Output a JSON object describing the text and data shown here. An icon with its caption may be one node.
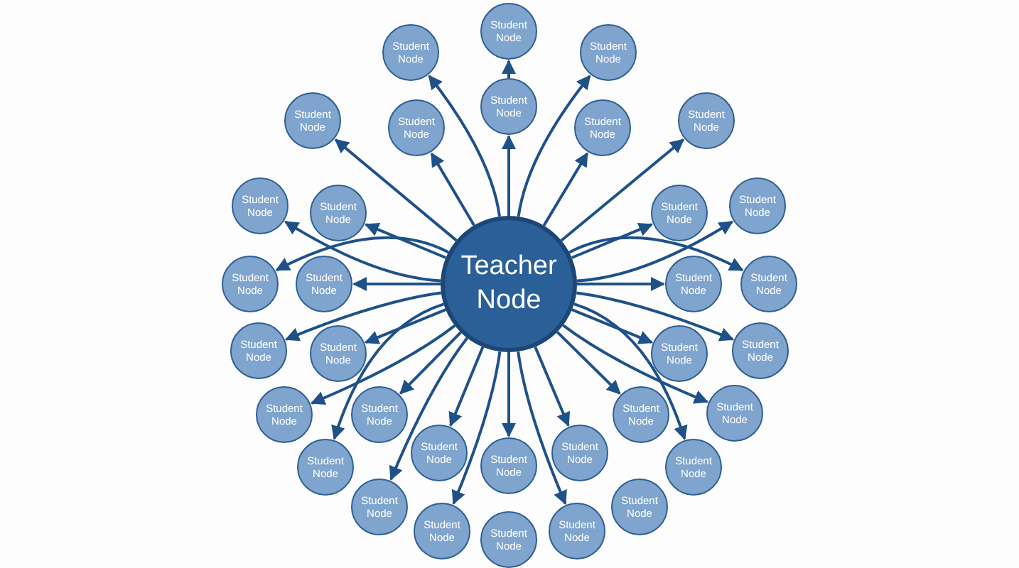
{
  "diagram": {
    "nodes": [
      {
        "text": [
          "Teacher Node"
        ]
      },
      {
        "text": [
          "Student Node"
        ]
      },
      {
        "text": [
          "Student Node"
        ]
      },
      {
        "text": [
          "Student Node"
        ]
      },
      {
        "text": [
          "Student Node"
        ]
      },
      {
        "text": [
          "Student Node"
        ]
      },
      {
        "text": [
          "Student Node"
        ]
      },
      {
        "text": [
          "Student Node"
        ]
      },
      {
        "text": [
          "Student Node"
        ]
      },
      {
        "text": [
          "Student Node"
        ]
      },
      {
        "text": [
          "Student Node"
        ]
      },
      {
        "text": [
          "Student Node"
        ]
      },
      {
        "text": [
          "Student Node"
        ]
      },
      {
        "text": [
          "Student Node"
        ]
      },
      {
        "text": [
          "Student Node"
        ]
      },
      {
        "text": [
          "Student Node"
        ]
      },
      {
        "text": [
          "Student Node"
        ]
      },
      {
        "text": [
          "Student Node"
        ]
      },
      {
        "text": [
          "Student Node"
        ]
      },
      {
        "text": [
          "Student Node"
        ]
      },
      {
        "text": [
          "Student Node"
        ]
      },
      {
        "text": [
          "Student Node"
        ]
      },
      {
        "text": [
          "Student Node"
        ]
      },
      {
        "text": [
          "Student Node"
        ]
      },
      {
        "text": [
          "Student Node"
        ]
      },
      {
        "text": [
          "Student Node"
        ]
      },
      {
        "text": [
          "Student Node"
        ]
      },
      {
        "text": [
          "Student Node"
        ]
      },
      {
        "text": [
          "Student Node"
        ]
      },
      {
        "text": [
          "Student Node"
        ]
      },
      {
        "text": [
          "Student Node"
        ]
      },
      {
        "text": [
          "Student Node"
        ]
      },
      {
        "text": [
          "Student Node"
        ]
      },
      {
        "text": [
          "Student Node"
        ]
      },
      {
        "text": [
          "Student Node"
        ]
      }
    ],
    "edges": [
      {
        "from": 0,
        "to": 4,
        "arrow": "to"
      },
      {
        "from": 4,
        "to": 1,
        "arrow": "to"
      },
      {
        "from": 0,
        "to": 2,
        "arrow": "to"
      },
      {
        "from": 0,
        "to": 3,
        "arrow": "to"
      },
      {
        "from": 0,
        "to": 5,
        "arrow": "to"
      },
      {
        "from": 0,
        "to": 6,
        "arrow": "to"
      },
      {
        "from": 0,
        "to": 7,
        "arrow": "to"
      },
      {
        "from": 0,
        "to": 8,
        "arrow": "to"
      },
      {
        "from": 0,
        "to": 9,
        "arrow": "to"
      },
      {
        "from": 0,
        "to": 10,
        "arrow": "to"
      },
      {
        "from": 0,
        "to": 11,
        "arrow": "to"
      },
      {
        "from": 0,
        "to": 12,
        "arrow": "to"
      },
      {
        "from": 0,
        "to": 13,
        "arrow": "to"
      },
      {
        "from": 0,
        "to": 14,
        "arrow": "to"
      },
      {
        "from": 0,
        "to": 15,
        "arrow": "to"
      },
      {
        "from": 0,
        "to": 16,
        "arrow": "to"
      },
      {
        "from": 0,
        "to": 17,
        "arrow": "to"
      },
      {
        "from": 0,
        "to": 18,
        "arrow": "to"
      },
      {
        "from": 0,
        "to": 19,
        "arrow": "to"
      },
      {
        "from": 0,
        "to": 20,
        "arrow": "to"
      },
      {
        "from": 0,
        "to": 21,
        "arrow": "to"
      },
      {
        "from": 0,
        "to": 22,
        "arrow": "to"
      },
      {
        "from": 0,
        "to": 23,
        "arrow": "to"
      },
      {
        "from": 0,
        "to": 24,
        "arrow": "to"
      },
      {
        "from": 0,
        "to": 25,
        "arrow": "to"
      },
      {
        "from": 0,
        "to": 26,
        "arrow": "to"
      },
      {
        "from": 0,
        "to": 27,
        "arrow": "to"
      },
      {
        "from": 0,
        "to": 28,
        "arrow": "to"
      },
      {
        "from": 0,
        "to": 29,
        "arrow": "to"
      },
      {
        "from": 0,
        "to": 30,
        "arrow": "to"
      },
      {
        "from": 0,
        "to": 32,
        "arrow": "to"
      },
      {
        "from": 0,
        "to": 33,
        "arrow": "to"
      }
    ]
  }
}
